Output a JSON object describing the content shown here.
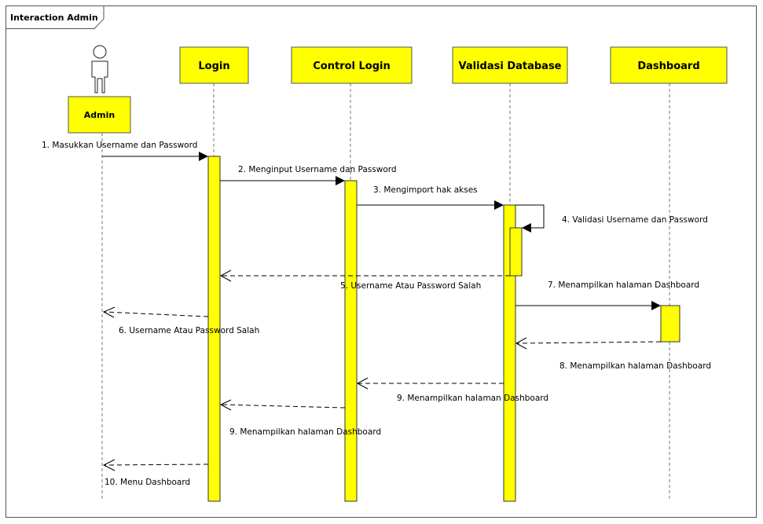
{
  "frame": {
    "title": "Interaction Admin"
  },
  "actor": {
    "label": "Admin",
    "icon": "stick-figure-icon"
  },
  "lifelines": [
    {
      "id": "login",
      "label": "Login"
    },
    {
      "id": "control-login",
      "label": "Control Login"
    },
    {
      "id": "validasi-database",
      "label": "Validasi Database"
    },
    {
      "id": "dashboard",
      "label": "Dashboard"
    }
  ],
  "messages": [
    {
      "label": "1. Masukkan Username dan Password",
      "kind": "sync"
    },
    {
      "label": "2. Menginput Username dan Password",
      "kind": "sync"
    },
    {
      "label": "3. Mengimport hak akses",
      "kind": "sync"
    },
    {
      "label": "4. Validasi Username dan Password",
      "kind": "sync-self"
    },
    {
      "label": "5. Username Atau Password Salah",
      "kind": "return"
    },
    {
      "label": "6.  Username Atau Password Salah",
      "kind": "return"
    },
    {
      "label": "7. Menampilkan halaman Dashboard",
      "kind": "sync"
    },
    {
      "label": "8. Menampilkan halaman Dashboard",
      "kind": "return"
    },
    {
      "label": "9. Menampilkan halaman Dashboard",
      "kind": "return"
    },
    {
      "label": "9. Menampilkan halaman Dashboard",
      "kind": "return"
    },
    {
      "label": "10. Menu Dashboard",
      "kind": "return"
    }
  ],
  "colors": {
    "box_fill": "#ffff00",
    "line": "#000000",
    "border": "#555555"
  }
}
